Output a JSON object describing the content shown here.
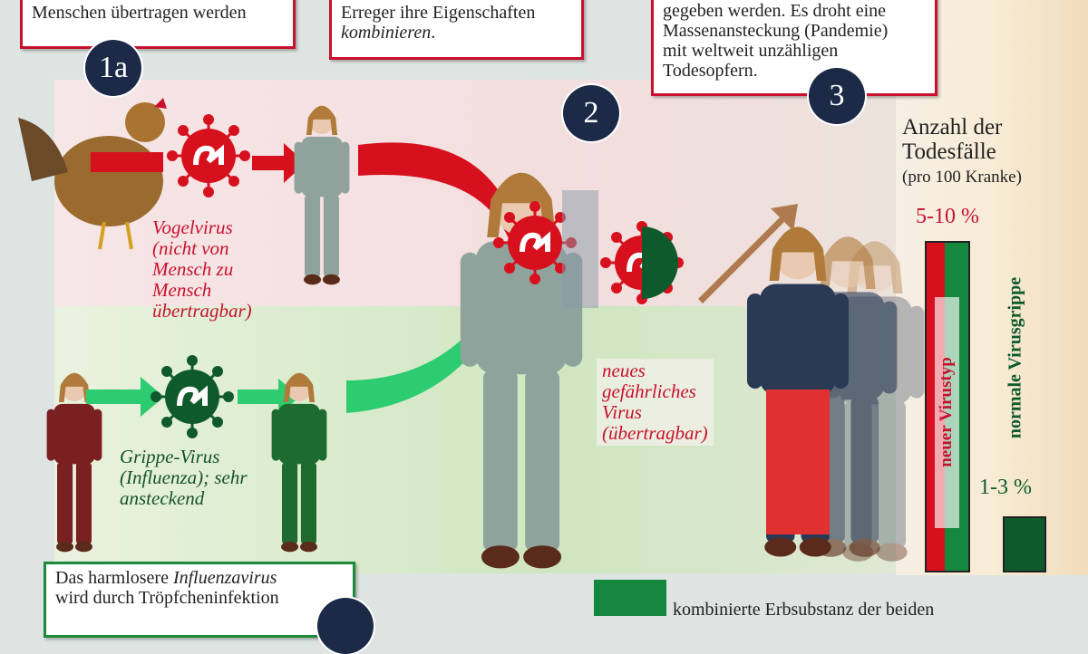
{
  "boxes": {
    "step1a": "Menschen übertragen werden",
    "step2_line1": "Erreger ihre Eigenschaften",
    "step2_line2": "kombinieren",
    "step2_period": ".",
    "step3": [
      "gegeben werden. Es droht eine",
      "Massenansteckung (Pandemie)",
      "mit weltweit unzähligen",
      "Todesopfern."
    ],
    "step1b_line1_a": "Das harmlosere ",
    "step1b_line1_b": "Influenzavirus",
    "step1b_line2": "wird durch Tröpfcheninfektion"
  },
  "badges": {
    "b1a": "1a",
    "b2": "2",
    "b3": "3"
  },
  "labels": {
    "vogelvirus": [
      "Vogelvirus",
      "(nicht von",
      "Mensch zu",
      "Mensch",
      "übertragbar)"
    ],
    "grippe": [
      "Grippe-Virus",
      "(Influenza); sehr",
      "ansteckend"
    ],
    "neues": [
      "neues",
      "gefährliches",
      "Virus",
      "(übertragbar)"
    ]
  },
  "legend": {
    "text": "kombinierte Erbsubstanz der beiden"
  },
  "chart": {
    "title_line1": "Anzahl der",
    "title_line2": "Todesfälle",
    "subtitle": "(pro 100 Kranke)",
    "new_value_label": "5-10 %",
    "new_series_label": "neuer Virustyp",
    "normal_value_label": "1-3 %",
    "normal_series_label": "normale Virusgrippe"
  },
  "colors": {
    "red": "#d7101e",
    "green": "#15883e",
    "dark_green": "#0f5a2c",
    "navy": "#1c2a48"
  }
}
